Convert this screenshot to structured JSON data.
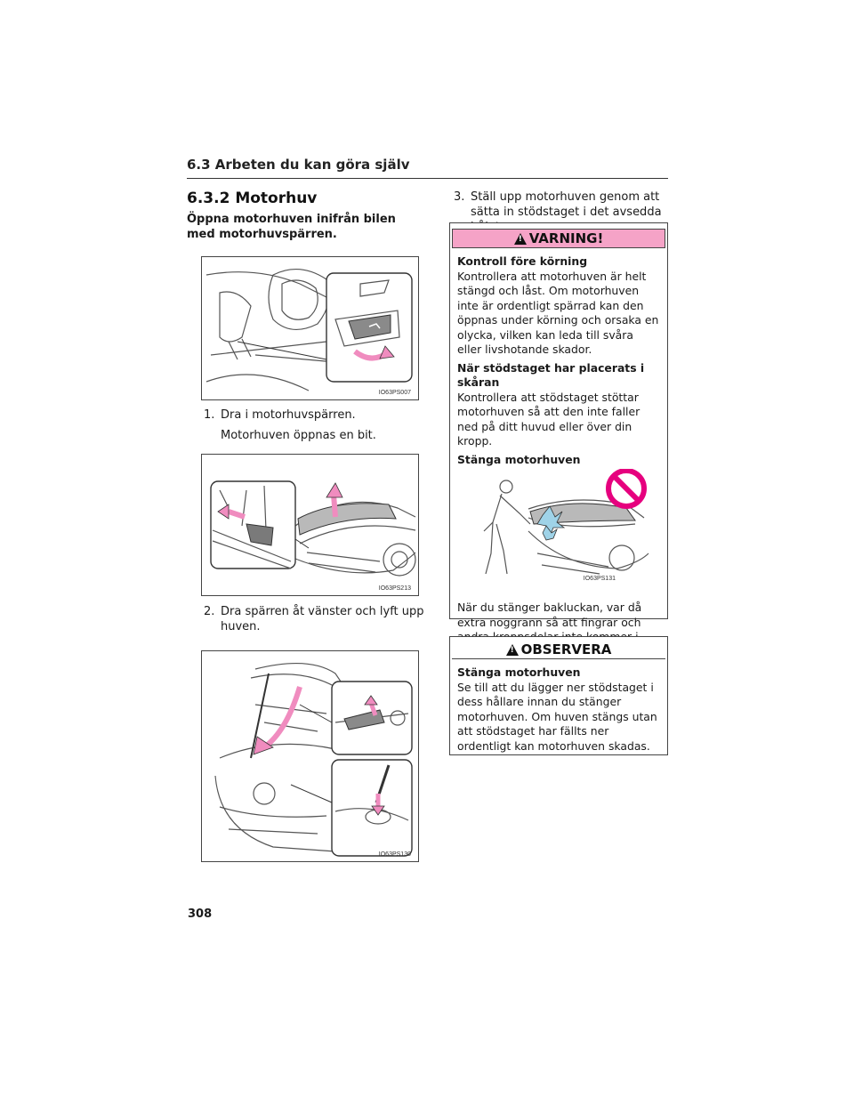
{
  "header": {
    "section": "6.3 Arbeten du kan göra själv"
  },
  "subsection": {
    "title": "6.3.2 Motorhuv"
  },
  "intro": "Öppna motorhuven inifrån bilen med motorhuvspärren.",
  "figures": {
    "fig1": "IO63PS007",
    "fig2": "IO63PS213",
    "fig3": "IO63PS130",
    "fig4": "IO63PS131"
  },
  "steps": [
    {
      "num": "1.",
      "text": "Dra i motorhuvspärren.",
      "sub": "Motorhuven öppnas en bit."
    },
    {
      "num": "2.",
      "text": "Dra spärren åt vänster och lyft upp huven."
    },
    {
      "num": "3.",
      "text": "Ställ upp motorhuven genom att sätta in stödstaget i det avsedda hålet."
    }
  ],
  "warning": {
    "title": "VARNING!",
    "h1": "Kontroll före körning",
    "p1": "Kontrollera att motorhuven är helt stängd och låst. Om motorhuven inte är ordentligt spärrad kan den öppnas under körning och orsaka en olycka, vilken kan leda till svåra eller livshotande skador.",
    "h2": "När stödstaget har placerats i skåran",
    "p2": "Kontrollera att stödstaget stöttar motorhuven så att den inte faller ned på ditt huvud eller över din kropp.",
    "h3": "Stänga motorhuven",
    "p3": "När du stänger bakluckan, var då extra noggrann så att fingrar och andra kroppsdelar inte kommer i kläm."
  },
  "notice": {
    "title": "OBSERVERA",
    "h1": "Stänga motorhuven",
    "p1": "Se till att du lägger ner stödstaget i dess hållare innan du stänger motorhuven. Om huven stängs utan att stödstaget har fällts ner ordentligt kan motorhuven skadas."
  },
  "colors": {
    "warning_bar": "#f5a3c7",
    "accent_pink": "#f08cbf",
    "prohibit_red": "#e6007e"
  },
  "page_number": "308"
}
